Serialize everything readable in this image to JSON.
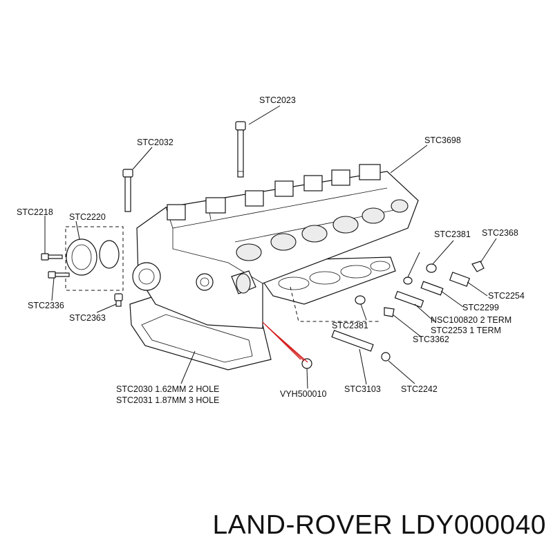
{
  "labels": {
    "stc2023": "STC2023",
    "stc2032": "STC2032",
    "stc3698": "STC3698",
    "stc2218": "STC2218",
    "stc2220": "STC2220",
    "stc2381_top": "STC2381",
    "stc2368": "STC2368",
    "stc2254": "STC2254",
    "stc2299": "STC2299",
    "nsc100820": "NSC100820 2 TERM",
    "stc2253": "STC2253 1 TERM",
    "stc3362": "STC3362",
    "stc2381_mid": "STC2381",
    "stc2336": "STC2336",
    "stc2363": "STC2363",
    "stc2030": "STC2030 1.62MM 2 HOLE",
    "stc2031": "STC2031 1.87MM 3 HOLE",
    "vyh500010": "VYH500010",
    "stc3103": "STC3103",
    "stc2242": "STC2242"
  },
  "caption": "LAND-ROVER LDY000040",
  "colors": {
    "line": "#111111",
    "highlight_leader": "#d42020",
    "background": "#ffffff"
  }
}
